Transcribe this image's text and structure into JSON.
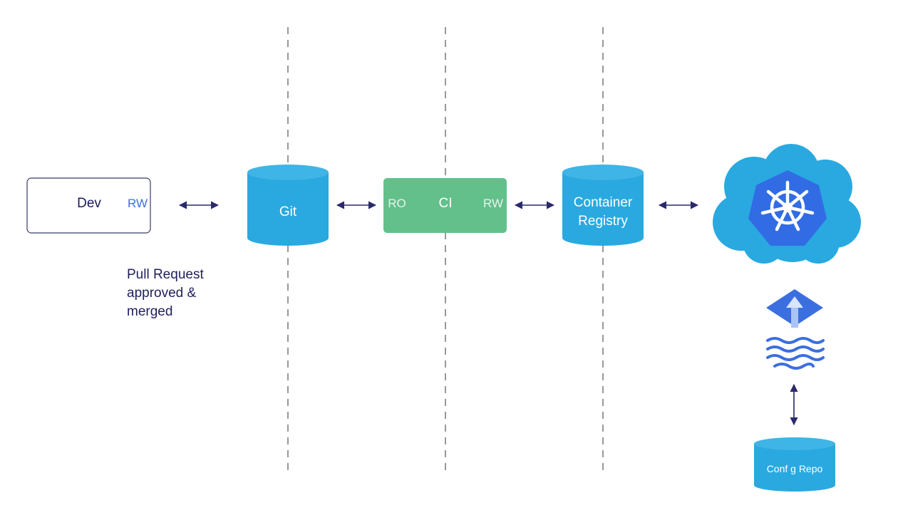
{
  "nodes": {
    "dev": {
      "label": "Dev",
      "access": "RW"
    },
    "git": {
      "label": "Git"
    },
    "ci": {
      "label": "CI",
      "access_in": "RO",
      "access_out": "RW"
    },
    "registry": {
      "label_line1": "Container",
      "label_line2": "Registry"
    },
    "cluster": {
      "icon": "kubernetes-helm-icon"
    },
    "gitops": {
      "icon": "flux-gitops-icon"
    },
    "config_repo": {
      "label": "Conf g Repo"
    }
  },
  "annotation": {
    "line1": "Pull Request",
    "line2": "approved &",
    "line3": "merged"
  },
  "colors": {
    "cylinder": "#29a9e0",
    "cylinder_top": "#3fb4e6",
    "ci_box": "#63c08b",
    "arrow": "#2a2a6a",
    "dev_text": "#1a1a5a",
    "rw_text": "#3b6fe0",
    "cloud": "#29a9e0",
    "k8s_badge": "#326ce5",
    "annotation_text": "#1f1f5e",
    "lane_divider": "#555555"
  }
}
